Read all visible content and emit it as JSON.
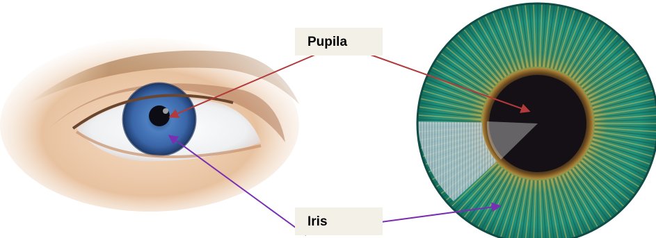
{
  "labels": {
    "pupila": "Pupila",
    "iris": "Iris"
  },
  "colors": {
    "pupila_arrow": "#b23a3a",
    "iris_arrow": "#7a2fb3",
    "iris_green": "#1f8f7a",
    "iris_gold": "#c8a23a",
    "eye_blue": "#3f6fb3",
    "pupil_dark": "#151016",
    "label_background": "#f3f0e7"
  },
  "icons": {
    "left_image": "human-eye-photo",
    "right_image": "iris-closeup-illustration"
  }
}
